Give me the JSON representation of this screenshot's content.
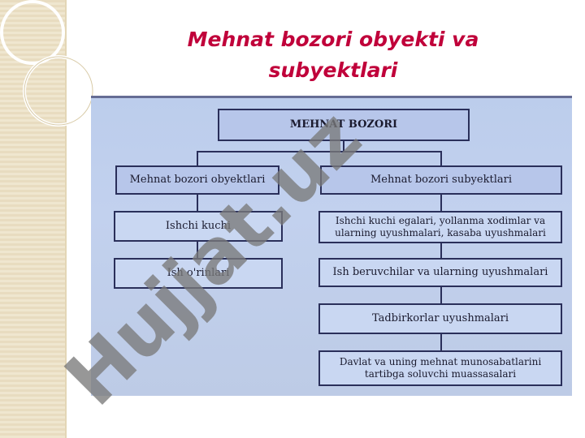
{
  "slide": {
    "title_line1": "Mehnat bozori obyekti va",
    "title_line2": "subyektlari"
  },
  "diagram": {
    "root": "MEHNAT BOZORI",
    "left_header": "Mehnat bozori obyektlari",
    "right_header": "Mehnat bozori subyektlari",
    "left_items": [
      "Ishchi kuchi",
      "Ish o'rinlari"
    ],
    "right_items": [
      "Ishchi kuchi egalari, yollanma xodimlar va ularning uyushmalari, kasaba uyushmalari",
      "Ish beruvchilar va ularning uyushmalari",
      "Tadbirkorlar uyushmalari",
      "Davlat va uning mehnat munosabatlarini tartibga soluvchi muassasalari"
    ]
  },
  "watermark": {
    "text": "Hujjat.uz",
    "color": "#7a7a7a"
  },
  "colors": {
    "title": "#c0003a",
    "box_border": "#2a2f5a",
    "box_fill": "#c9d7f2"
  }
}
